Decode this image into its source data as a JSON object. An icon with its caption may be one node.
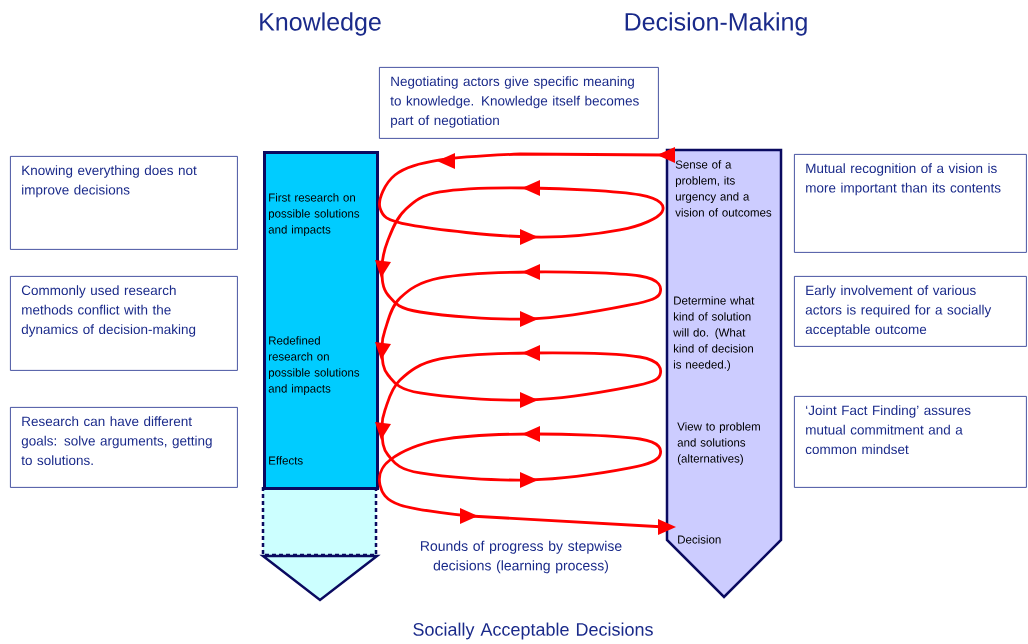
{
  "diagram": {
    "nodes": [
      {
        "text": [
          "Negotiating actors give specific meaning to knowledge. Knowledge itself becomes part of negotiation"
        ]
      },
      {
        "text": [
          "Knowing everything does not improve decisions"
        ]
      },
      {
        "text": [
          "Commonly used research methods conflict with the dynamics of decision-making"
        ]
      },
      {
        "text": [
          "Research can have different goals: solve arguments, getting to solutions."
        ]
      },
      {
        "text": [
          "First research on possible solutions and impacts",
          "Redefined research on possible solutions and impacts",
          "Effects"
        ]
      },
      {
        "text": [
          "Sense of a problem, its urgency and a vision of outcomes",
          "Determine what kind of solution will do. (What kind of decision is needed.)",
          "View to problem and solutions (alternatives)",
          "Decision"
        ]
      },
      {
        "text": [
          "Mutual recognition of a vision is more important than its contents"
        ]
      },
      {
        "text": [
          "Early involvement of various actors is required for a socially acceptable outcome"
        ]
      },
      {
        "text": [
          "‘Joint Fact Finding’ assures mutual commitment and a common mindset"
        ]
      }
    ],
    "edges": [
      {
        "from": 5,
        "to": 5,
        "arrow": "to"
      }
    ],
    "labels": [
      "Knowledge",
      "Decision-Making",
      "Rounds of progress by stepwise decisions (learning process)",
      "Socially Acceptable Decisions"
    ]
  }
}
